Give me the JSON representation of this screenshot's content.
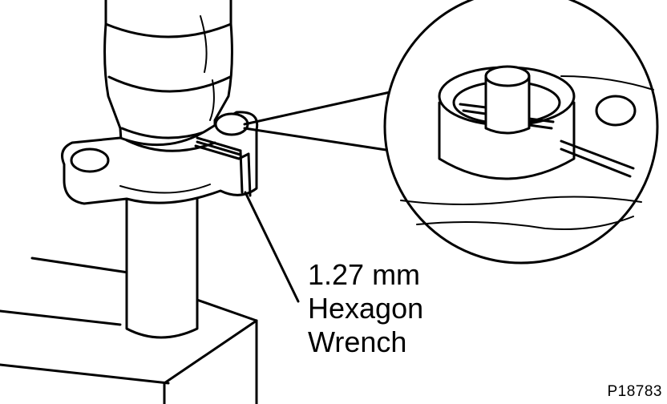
{
  "callout": {
    "line1": "1.27 mm",
    "line2": "Hexagon",
    "line3": "Wrench"
  },
  "figure_id": "P18783",
  "colors": {
    "ink": "#000000",
    "paper": "#ffffff"
  }
}
